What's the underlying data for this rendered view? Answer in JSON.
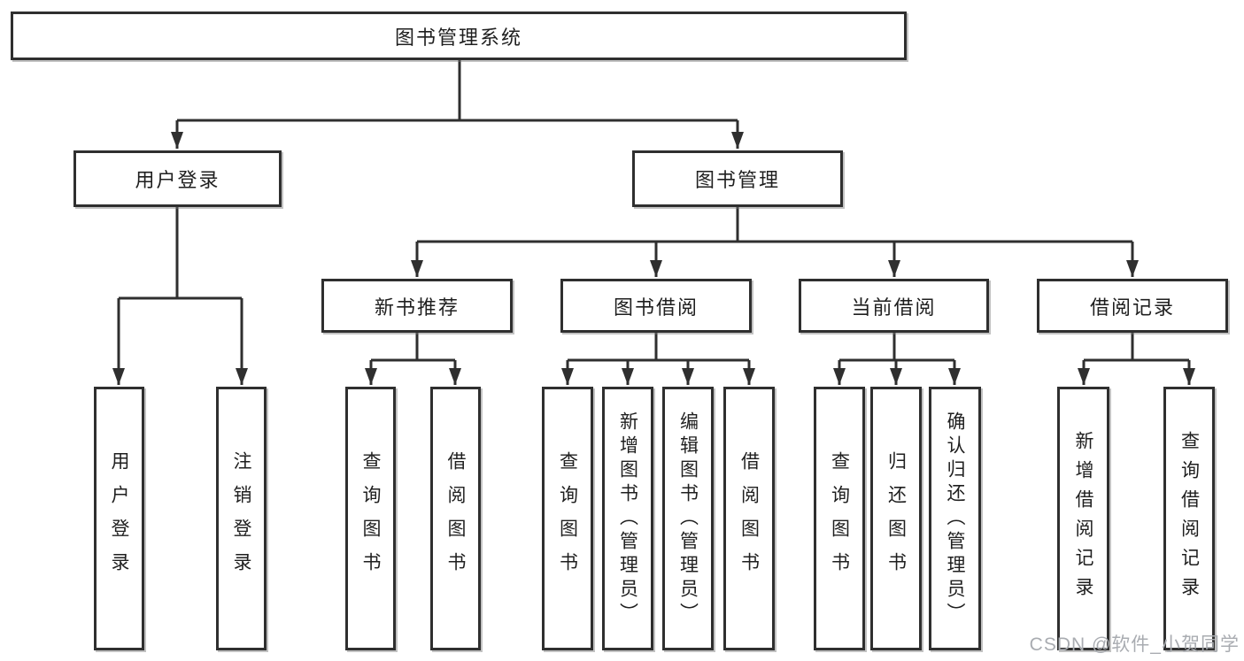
{
  "tree": {
    "label": "图书管理系统",
    "children": [
      {
        "label": "用户登录",
        "children": [
          {
            "label": "用户登录"
          },
          {
            "label": "注销登录"
          }
        ]
      },
      {
        "label": "图书管理",
        "children": [
          {
            "label": "新书推荐",
            "children": [
              {
                "label": "查询图书"
              },
              {
                "label": "借阅图书"
              }
            ]
          },
          {
            "label": "图书借阅",
            "children": [
              {
                "label": "查询图书"
              },
              {
                "label": "新增图书（管理员）"
              },
              {
                "label": "编辑图书（管理员）"
              },
              {
                "label": "借阅图书"
              }
            ]
          },
          {
            "label": "当前借阅",
            "children": [
              {
                "label": "查询图书"
              },
              {
                "label": "归还图书"
              },
              {
                "label": "确认归还（管理员）"
              }
            ]
          },
          {
            "label": "借阅记录",
            "children": [
              {
                "label": "新增借阅记录"
              },
              {
                "label": "查询借阅记录"
              }
            ]
          }
        ]
      }
    ]
  },
  "watermark": {
    "text": "CSDN @软件_小贺同学"
  },
  "colors": {
    "line": "#2f2f2f",
    "box_border": "#2f2f2f",
    "box_background": "#ffffff",
    "text": "#1f1f1f",
    "watermark": "#a9acb1",
    "page_background": "#ffffff"
  }
}
